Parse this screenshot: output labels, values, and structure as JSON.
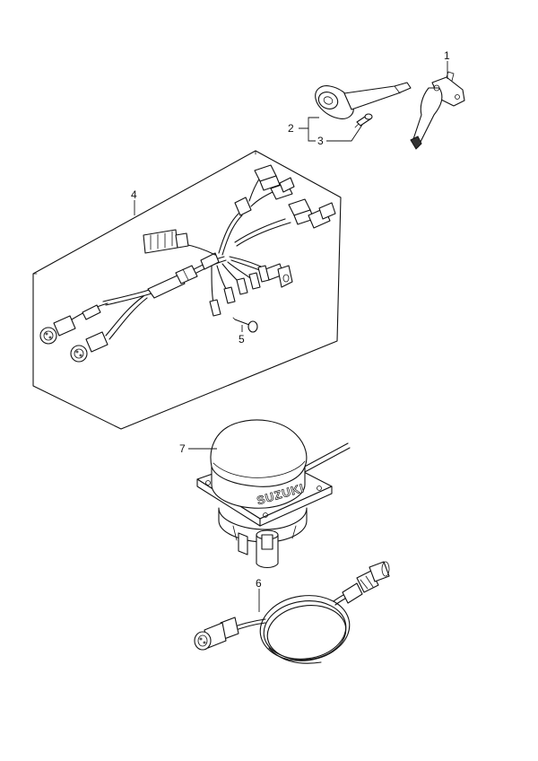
{
  "callouts": [
    {
      "id": "1",
      "label": "1"
    },
    {
      "id": "2",
      "label": "2"
    },
    {
      "id": "3",
      "label": "3"
    },
    {
      "id": "4",
      "label": "4"
    },
    {
      "id": "5",
      "label": "5"
    },
    {
      "id": "6",
      "label": "6"
    },
    {
      "id": "7",
      "label": "7"
    }
  ],
  "parts": {
    "part_1": "remote-control-lever",
    "part_2": "lever-grip",
    "part_3": "screw",
    "part_4": "wiring-harness",
    "part_5": "pin",
    "part_6": "extension-cable",
    "part_7": "gps-antenna"
  },
  "brand_text": "SUZUKI"
}
